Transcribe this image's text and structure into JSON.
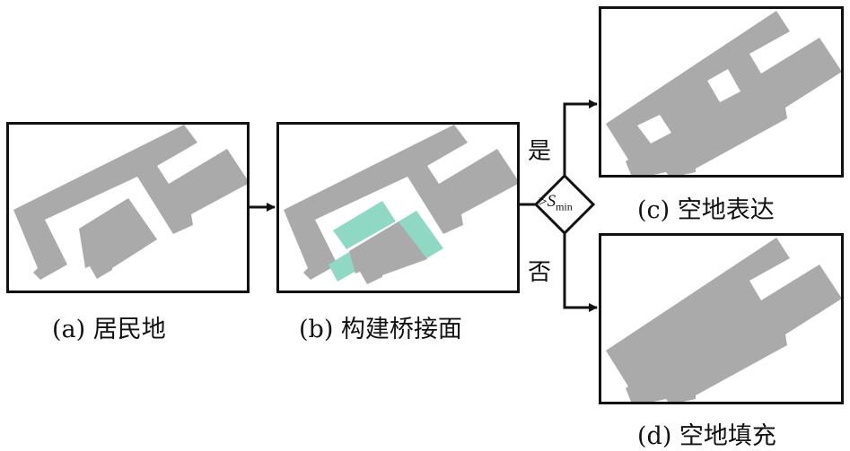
{
  "panels": {
    "a": {
      "caption": "(a) 居民地"
    },
    "b": {
      "caption": "(b) 构建桥接面"
    },
    "c": {
      "caption": "(c) 空地表达"
    },
    "d": {
      "caption": "(d) 空地填充"
    }
  },
  "decision": {
    "condition_prefix": ">",
    "condition_var": "S",
    "condition_sub": "min",
    "yes_label": "是",
    "no_label": "否"
  },
  "colors": {
    "building": "#aaaaaa",
    "bridge": "#8fd8c4",
    "border": "#111111"
  }
}
